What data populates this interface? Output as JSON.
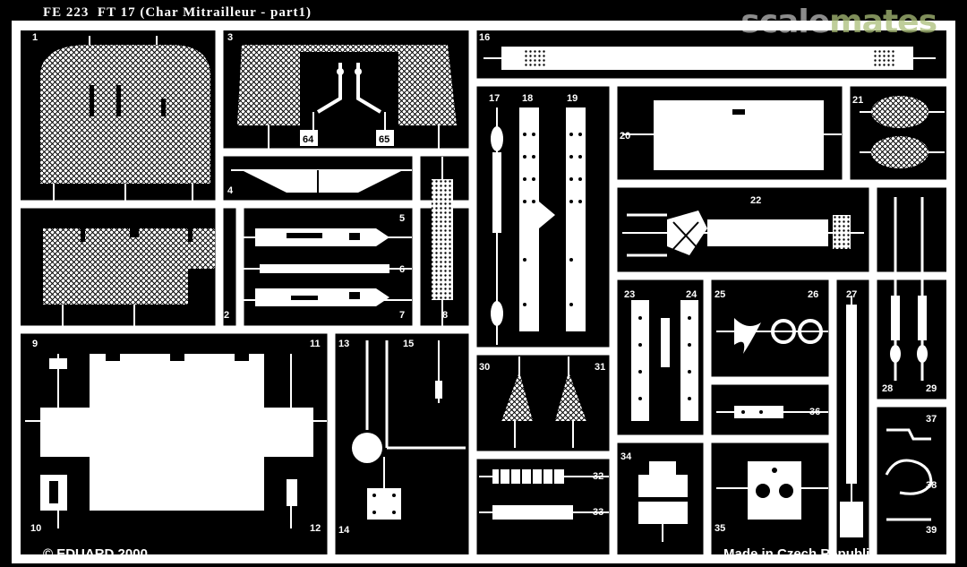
{
  "header": {
    "title": "FT 17 (Char Mitrailleur - part1)",
    "catalog_no": "FE 223"
  },
  "watermark": {
    "part1": "scale",
    "part2": "mates"
  },
  "footer": {
    "copyright": "© EDUARD 2000",
    "origin": "Made in Czech Republic"
  },
  "part_numbers": [
    "1",
    "2",
    "3",
    "4",
    "5",
    "6",
    "7",
    "8",
    "9",
    "10",
    "11",
    "12",
    "13",
    "14",
    "15",
    "16",
    "17",
    "18",
    "19",
    "20",
    "21",
    "22",
    "23",
    "24",
    "25",
    "26",
    "27",
    "28",
    "29",
    "30",
    "31",
    "32",
    "33",
    "34",
    "35",
    "36",
    "37",
    "38",
    "39",
    "64",
    "65"
  ],
  "colors": {
    "fret": "#ffffff",
    "background": "#000000",
    "hatch": "#ffffff"
  }
}
